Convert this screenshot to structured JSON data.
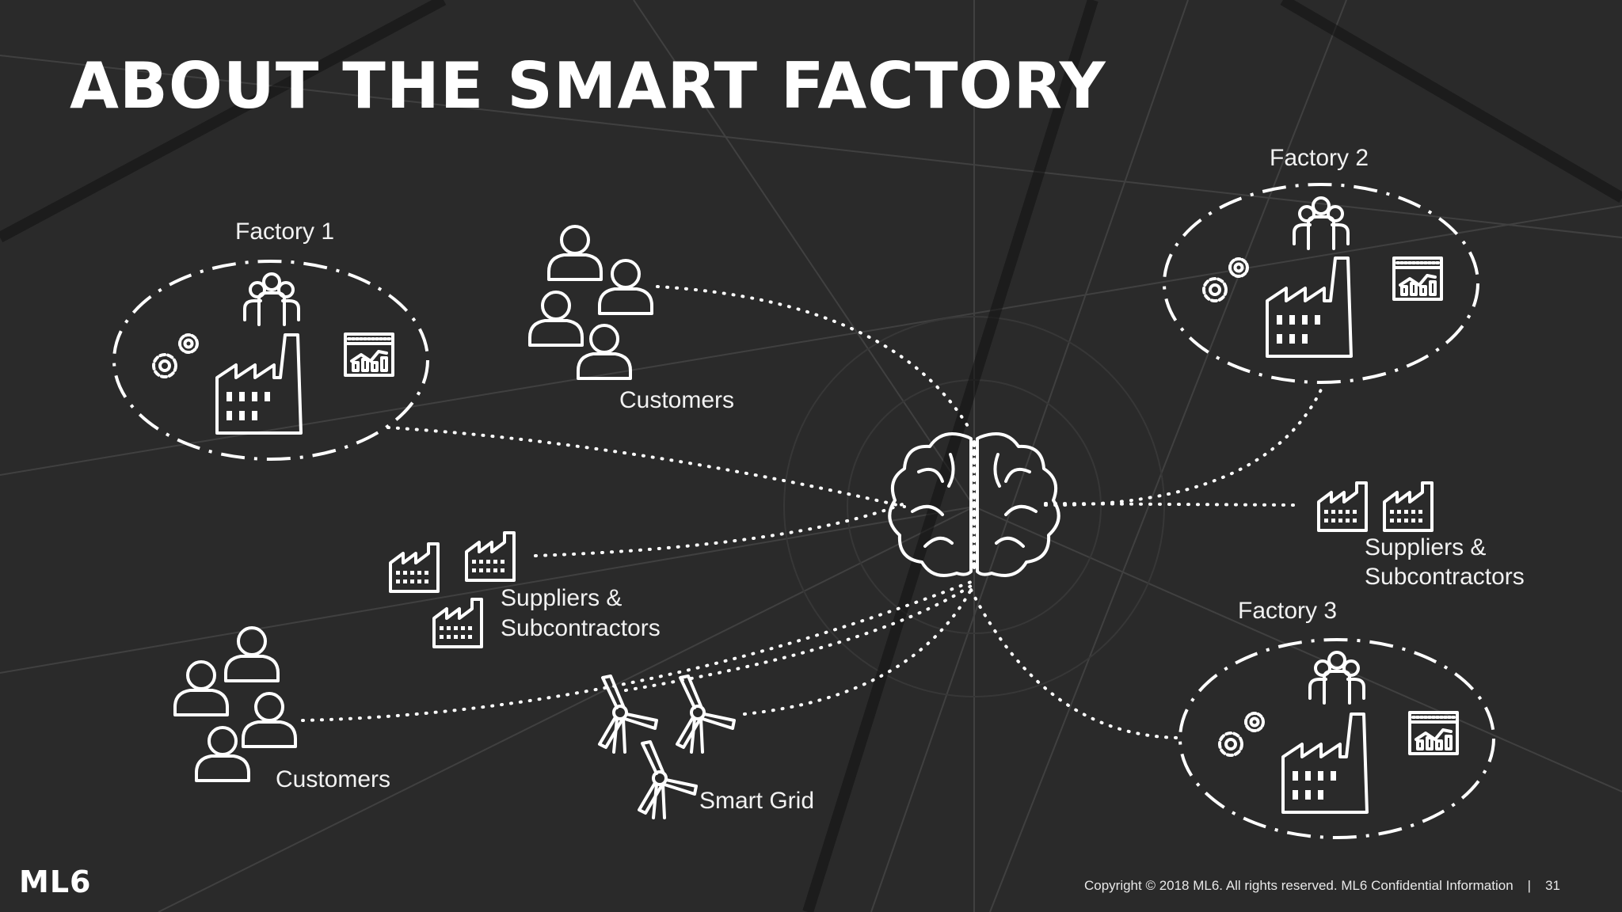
{
  "slide": {
    "title": "ABOUT THE SMART FACTORY",
    "logo": "ML6",
    "copyright": "Copyright © 2018 ML6. All rights reserved. ML6 Confidential Information",
    "separator": "|",
    "page_number": "31"
  },
  "nodes": {
    "factory_1": "Factory 1",
    "factory_2": "Factory 2",
    "factory_3": "Factory 3",
    "customers_top": "Customers",
    "customers_bottom": "Customers",
    "suppliers_left_line1": "Suppliers &",
    "suppliers_left_line2": "Subcontractors",
    "suppliers_right_line1": "Suppliers &",
    "suppliers_right_line2": "Subcontractors",
    "smart_grid": "Smart Grid"
  },
  "icons": {
    "hub": "brain-icon",
    "factory": "factory-icon",
    "gears": "gears-icon",
    "dashboard": "dashboard-icon",
    "people": "people-group-icon",
    "person": "person-icon",
    "supplier": "supplier-factory-icon",
    "turbine": "wind-turbine-icon"
  },
  "colors": {
    "background": "#2a2a2a",
    "foreground": "#ffffff"
  }
}
